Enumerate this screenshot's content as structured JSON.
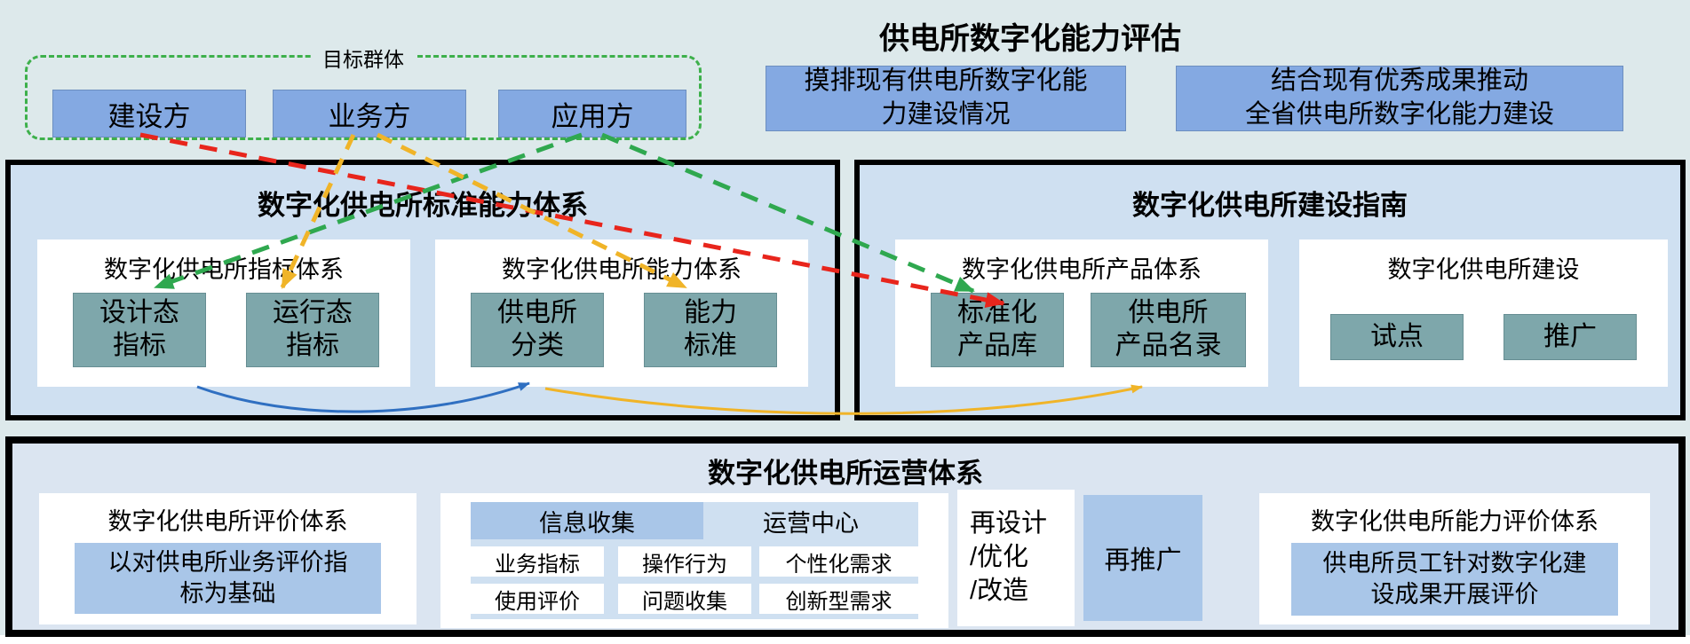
{
  "header": {
    "title": "供电所数字化能力评估",
    "target_group": {
      "label": "目标群体",
      "members": [
        "建设方",
        "业务方",
        "应用方"
      ]
    },
    "notes": [
      "摸排现有供电所数字化能\n力建设情况",
      "结合现有优秀成果推动\n全省供电所数字化能力建设"
    ]
  },
  "panels": {
    "standard": {
      "title": "数字化供电所标准能力体系",
      "groups": [
        {
          "title": "数字化供电所指标体系",
          "items": [
            "设计态\n指标",
            "运行态\n指标"
          ]
        },
        {
          "title": "数字化供电所能力体系",
          "items": [
            "供电所\n分类",
            "能力\n标准"
          ]
        }
      ]
    },
    "guide": {
      "title": "数字化供电所建设指南",
      "groups": [
        {
          "title": "数字化供电所产品体系",
          "items": [
            "标准化\n产品库",
            "供电所\n产品名录"
          ]
        },
        {
          "title": "数字化供电所建设",
          "items": [
            "试点",
            "推广"
          ]
        }
      ]
    },
    "operation": {
      "title": "数字化供电所运营体系",
      "evaluation": {
        "title": "数字化供电所评价体系",
        "note": "以对供电所业务评价指\n标为基础"
      },
      "center": {
        "collect_label": "信息收集",
        "ops_label": "运营中心",
        "cells": [
          [
            "业务指标",
            "操作行为",
            "个性化需求"
          ],
          [
            "使用评价",
            "问题收集",
            "创新型需求"
          ]
        ]
      },
      "redesign": "再设计\n/优化\n/改造",
      "repromote": "再推广",
      "capability": {
        "title": "数字化供电所能力评价体系",
        "note": "供电所员工针对数字化建\n设成果开展评价"
      }
    }
  },
  "colors": {
    "page_bg": "#dde9eb",
    "blue_box": "#84a9e2",
    "panel_fill": "#cfe0f1",
    "bottom_panel_fill": "#dbe5f1",
    "teal_box": "#7ea7ab",
    "light_blue_box": "#a9c6e8",
    "target_group_border": "#3db04b",
    "arrow_red": "#e8251c",
    "arrow_yellow": "#f0b428",
    "arrow_green": "#2fa84f",
    "arrow_blue": "#2f6fc1"
  }
}
